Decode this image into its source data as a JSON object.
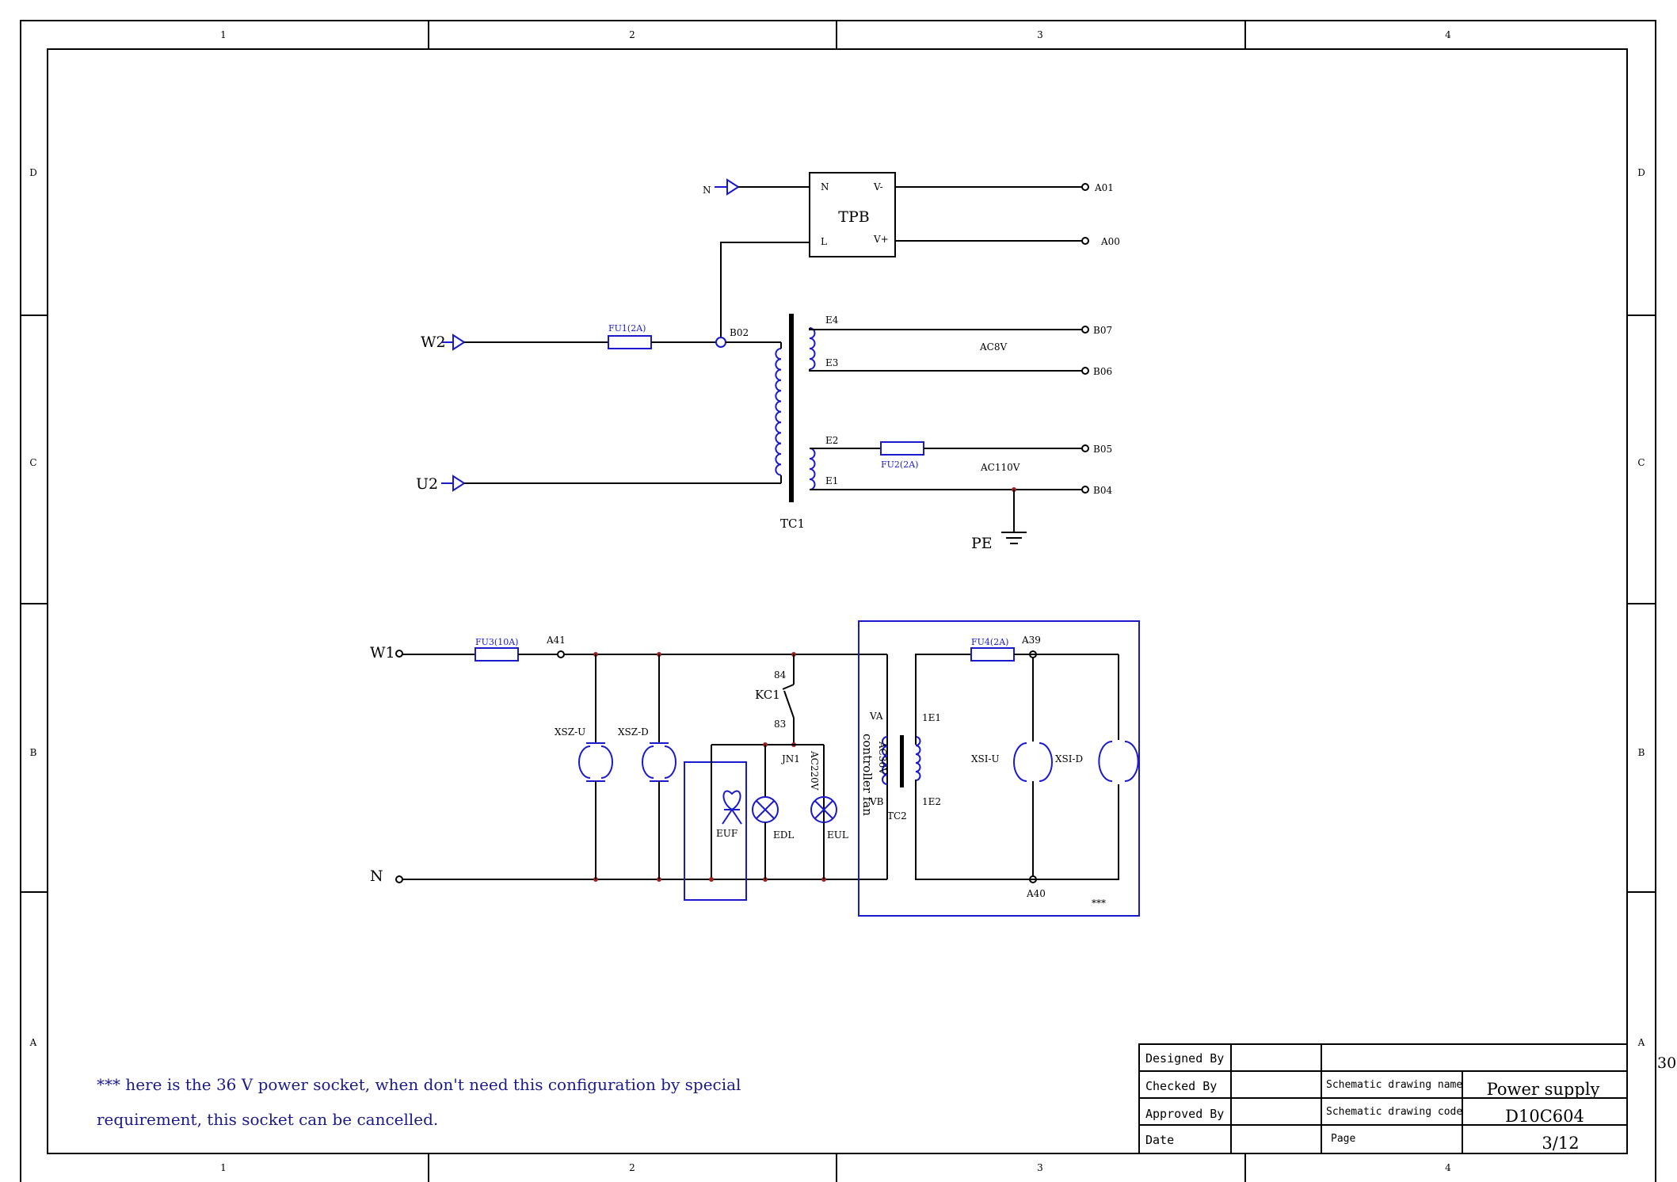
{
  "frame": {
    "columns": [
      "1",
      "2",
      "3",
      "4"
    ],
    "rows": [
      "D",
      "C",
      "B",
      "A"
    ]
  },
  "margin_mark": "30",
  "tpb": {
    "name": "TPB",
    "pin_n": "N",
    "pin_l": "L",
    "pin_vminus": "V-",
    "pin_vplus": "V+"
  },
  "terminals": {
    "n_top": "N",
    "w2": "W2",
    "u2": "U2",
    "w1": "W1",
    "n_bottom": "N",
    "a01": "A01",
    "a00": "A00",
    "b02": "B02",
    "b07": "B07",
    "b06": "B06",
    "b05": "B05",
    "b04": "B04",
    "a41": "A41",
    "a39": "A39",
    "a40": "A40"
  },
  "transformer_tc1": {
    "name": "TC1",
    "e4": "E4",
    "e3": "E3",
    "e2": "E2",
    "e1": "E1"
  },
  "voltages": {
    "ac8v": "AC8V",
    "ac110v": "AC110V",
    "ac220v": "AC220V",
    "ac36v": "AC36V"
  },
  "fuses": {
    "fu1": "FU1(2A)",
    "fu2": "FU2(2A)",
    "fu3": "FU3(10A)",
    "fu4": "FU4(2A)"
  },
  "ground": "PE",
  "components": {
    "xsz_u": "XSZ-U",
    "xsz_d": "XSZ-D",
    "euf": "EUF",
    "edl": "EDL",
    "eul": "EUL",
    "kc1": "KC1",
    "kc1_84": "84",
    "kc1_83": "83",
    "jn1": "JN1",
    "controller_fan": "controller fan",
    "tc2": "TC2",
    "va": "VA",
    "vb": "VB",
    "e1_1": "1E1",
    "e1_2": "1E2",
    "xsi_u": "XSI-U",
    "xsi_d": "XSI-D",
    "stars": "***"
  },
  "note": {
    "line1": "*** here is the 36 V power socket, when don't need this configuration by special",
    "line2": "requirement, this socket can be cancelled."
  },
  "title_block": {
    "designed_by": "Designed By",
    "checked_by": "Checked  By",
    "approved_by": "Approved By",
    "date": "Date",
    "schematic_name_label": "Schematic drawing name",
    "schematic_code_label": "Schematic drawing code",
    "page_label": "Page",
    "schematic_name": "Power supply",
    "schematic_code": "D10C604",
    "page": "3/12"
  }
}
